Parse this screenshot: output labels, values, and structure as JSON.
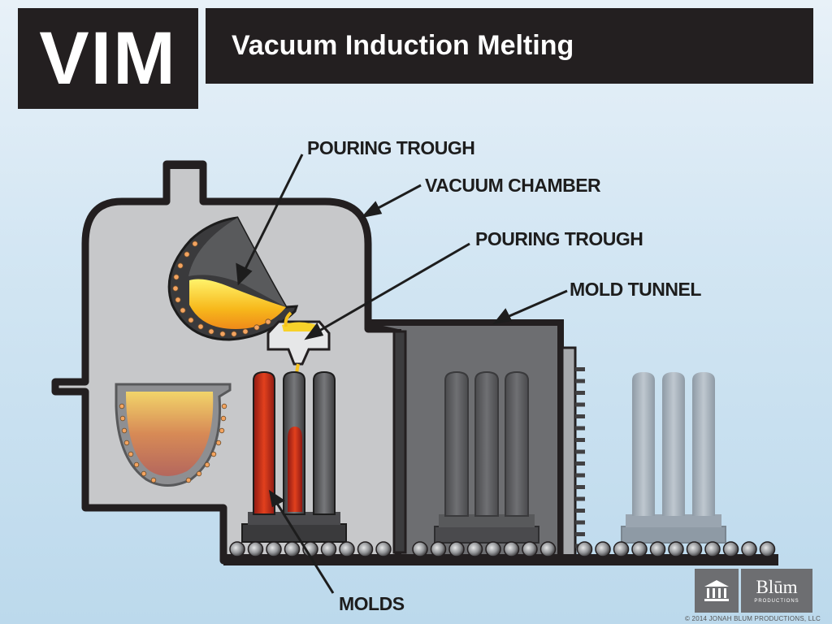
{
  "header": {
    "badge": "VIM",
    "title": "Vacuum Induction Melting"
  },
  "labels": {
    "pouring_trough_top": "POURING TROUGH",
    "vacuum_chamber": "VACUUM CHAMBER",
    "pouring_trough_middle": "POURING TROUGH",
    "mold_tunnel": "MOLD TUNNEL",
    "molds": "MOLDS"
  },
  "logo": {
    "name": "Blūm",
    "sub": "PRODUCTIONS",
    "icon": "building-columns-icon"
  },
  "copyright": "© 2014 JONAH BLUM PRODUCTIONS, LLC",
  "colors": {
    "chamber_fill": "#c7c8ca",
    "chamber_outline": "#231f20",
    "molten_metal": "#f7c21b",
    "hot_mold": "#c0271e",
    "tunnel_fill": "#6d6e71",
    "cooled_mold": "#a7b2bd"
  }
}
